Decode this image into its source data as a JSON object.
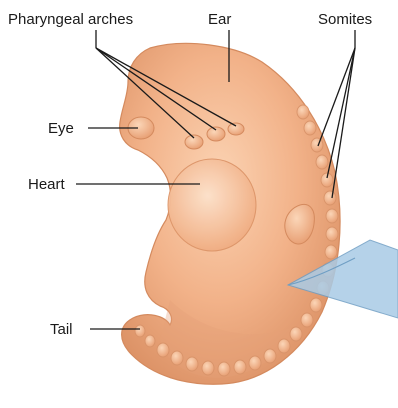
{
  "labels": {
    "pharyngeal_arches": "Pharyngeal arches",
    "ear": "Ear",
    "somites": "Somites",
    "eye": "Eye",
    "heart": "Heart",
    "tail": "Tail"
  },
  "colors": {
    "embryo_skin": "#f2b48a",
    "embryo_shadow": "#d98f63",
    "embryo_highlight": "#fbd6b8",
    "section_plane": "#a9cbe6",
    "leader_line": "#1a1a1a"
  }
}
